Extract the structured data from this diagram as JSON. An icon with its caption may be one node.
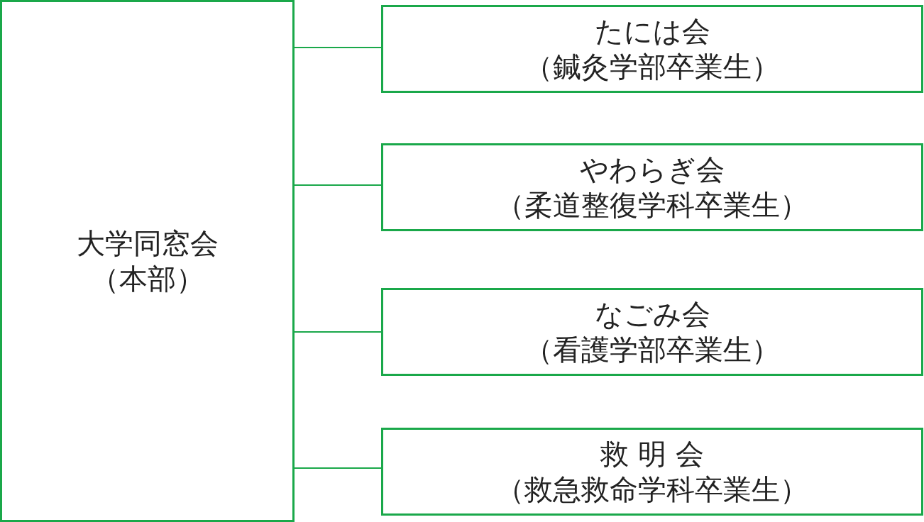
{
  "diagram": {
    "nodes": [
      {
        "text": [
          "大学同窓会",
          "（本部）"
        ]
      },
      {
        "text": [
          "たには会",
          "（鍼灸学部卒業生）"
        ]
      },
      {
        "text": [
          "やわらぎ会",
          "（柔道整復学科卒業生）"
        ]
      },
      {
        "text": [
          "なごみ会",
          "（看護学部卒業生）"
        ]
      },
      {
        "text": [
          "救 明 会",
          "（救急救命学科卒業生）"
        ]
      }
    ],
    "edges": [
      {
        "from": 0,
        "to": 1,
        "arrow": "none"
      },
      {
        "from": 0,
        "to": 2,
        "arrow": "none"
      },
      {
        "from": 0,
        "to": 3,
        "arrow": "none"
      },
      {
        "from": 0,
        "to": 4,
        "arrow": "none"
      }
    ]
  }
}
